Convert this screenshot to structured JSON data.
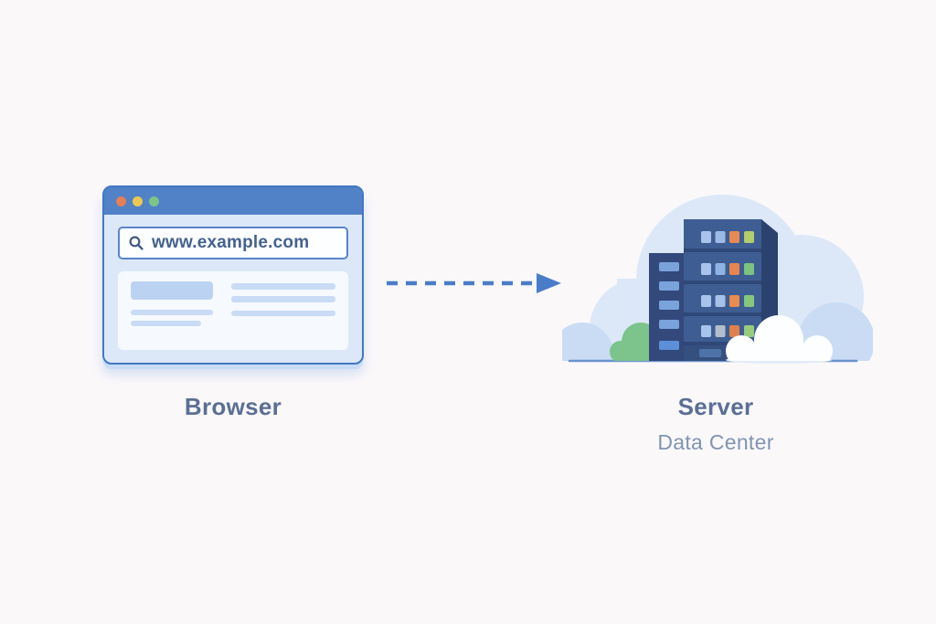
{
  "diagram": {
    "background": "#fbf8fa",
    "browser": {
      "label": "Browser",
      "url": "www.example.com",
      "colors": {
        "titlebar": "#5181c7",
        "body": "#dce8f8",
        "dot_red": "#e57f56",
        "dot_yellow": "#ecc84e",
        "dot_green": "#7cc488",
        "address_bar_bg": "#fcfeff",
        "url_text": "#44618f",
        "search_icon": "#3d5683",
        "panel_bg": "#f6fafe",
        "placeholder_block": "#bcd2f2",
        "placeholder_line": "#c9dbf5"
      }
    },
    "arrow": {
      "direction": "right",
      "style": "dashed",
      "color": "#4a7dc9"
    },
    "server": {
      "label": "Server",
      "sublabel": "Data Center",
      "colors": {
        "background_cloud": "#dce8f8",
        "mound": "#c9dcf4",
        "ground_line": "#6b93cf",
        "bush": "#7dc38c",
        "left_tower": "#33497b",
        "slot": "#7aa3dc",
        "slot_bright": "#5d8fd8",
        "tower_side": "#2b416e",
        "tower_base": "#2f4878",
        "tower_unit": "#3e5d92",
        "tower_bottom": "#35507f",
        "bottom_slot": "#4e73a8",
        "cloud_shadow": "#e2ebf8",
        "white_cloud": "#fdfeff"
      },
      "indicator_rows": [
        [
          "#a9c4ec",
          "#9db9e6",
          "#e88b53",
          "#b3cc6d"
        ],
        [
          "#a9c4ec",
          "#8fb2e4",
          "#e8854f",
          "#7cc280"
        ],
        [
          "#a9c4ec",
          "#a5c1ea",
          "#ea8b50",
          "#86c77e"
        ],
        [
          "#a9c4ec",
          "#b4bdcd",
          "#e0804d",
          "#99cb7f"
        ]
      ]
    },
    "text_colors": {
      "label": "#5b6f94",
      "sublabel": "#8095b3"
    }
  }
}
